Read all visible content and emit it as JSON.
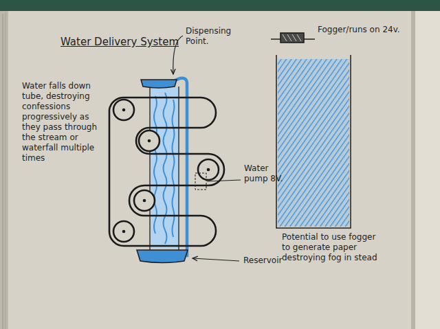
{
  "diagram": {
    "title": "Water Delivery System",
    "labels": [
      "Water falls down tube, destroying confessions progressively as they pass through the stream or waterfall multiple times",
      "Dispensing Point.",
      "Water pump 8V.",
      "Reservoir",
      "Fogger/runs on 24v.",
      "Potential to use fogger to generate paper destroying fog in stead"
    ]
  }
}
